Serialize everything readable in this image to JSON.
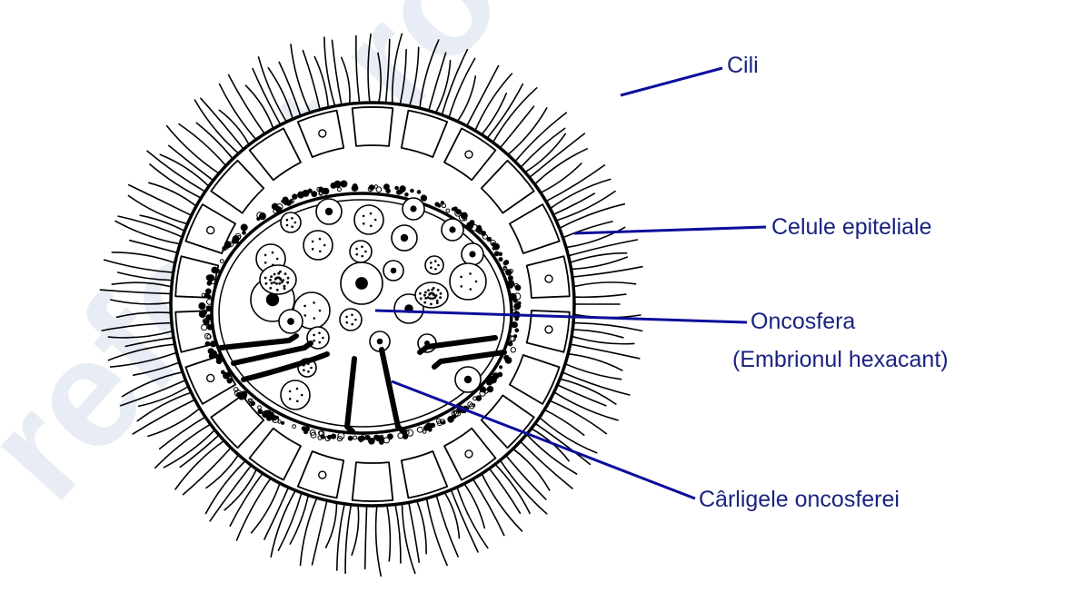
{
  "diagram": {
    "labels": {
      "cili": "Cili",
      "celule": "Celule epiteliale",
      "oncosfera": "Oncosfera",
      "embrion": "(Embrionul hexacant)",
      "carlige": "Cârligele oncosferei"
    },
    "colors": {
      "label": "#1a237e",
      "leader": "#0d0d9c",
      "ink": "#000000",
      "watermark": "#b3c4dd"
    },
    "watermark_text": "referat.ro"
  }
}
